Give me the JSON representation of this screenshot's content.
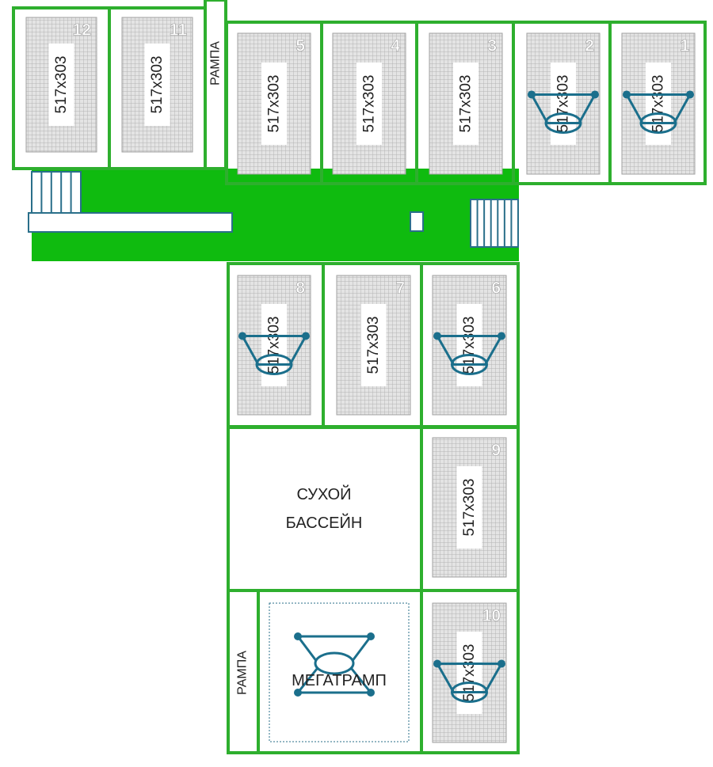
{
  "colors": {
    "frame": "#2eaf2e",
    "corridor": "#0fbb0f",
    "grid": "#b4b4b4",
    "grid_bg": "#e4e4e4",
    "hoop": "#1b6f8c",
    "stair": "#2a6f8a",
    "text": "#222222",
    "number": "#ffffff"
  },
  "trampolines": [
    {
      "number": "12",
      "size": "517x303",
      "hoop": false
    },
    {
      "number": "11",
      "size": "517x303",
      "hoop": false
    },
    {
      "number": "5",
      "size": "517x303",
      "hoop": false
    },
    {
      "number": "4",
      "size": "517x303",
      "hoop": false
    },
    {
      "number": "3",
      "size": "517x303",
      "hoop": false
    },
    {
      "number": "2",
      "size": "517x303",
      "hoop": true
    },
    {
      "number": "1",
      "size": "517x303",
      "hoop": true
    },
    {
      "number": "8",
      "size": "517x303",
      "hoop": true
    },
    {
      "number": "7",
      "size": "517x303",
      "hoop": false
    },
    {
      "number": "6",
      "size": "517x303",
      "hoop": true
    },
    {
      "number": "9",
      "size": "517x303",
      "hoop": false
    },
    {
      "number": "10",
      "size": "517x303",
      "hoop": true
    }
  ],
  "labels": {
    "ramp_top": "РАМПА",
    "ramp_bottom": "РАМПА",
    "dry_pool_line1": "СУХОЙ",
    "dry_pool_line2": "БАССЕЙН",
    "megatramp": "МЕГАТРАМП"
  }
}
